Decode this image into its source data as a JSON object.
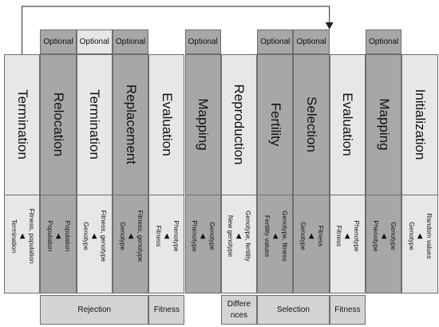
{
  "stages": [
    {
      "name": "Termination",
      "tone": "light",
      "lines": [
        "Fitness, population",
        "Termination"
      ],
      "optional": ""
    },
    {
      "name": "Relocation",
      "tone": "dark",
      "lines": [
        "Population",
        "Population"
      ],
      "optional": "Optional"
    },
    {
      "name": "Termination",
      "tone": "light",
      "lines": [
        "Fitness, genotype",
        "Genotype"
      ],
      "optional": "Optional"
    },
    {
      "name": "Replacement",
      "tone": "dark",
      "lines": [
        "Fitness, genotype",
        "Genotype"
      ],
      "optional": "Optional"
    },
    {
      "name": "Evaluation",
      "tone": "light",
      "lines": [
        "Phenotype",
        "Fitness"
      ],
      "optional": ""
    },
    {
      "name": "Mapping",
      "tone": "dark",
      "lines": [
        "Genotype",
        "Phenotype"
      ],
      "optional": "Optional"
    },
    {
      "name": "Reproduction",
      "tone": "light",
      "lines": [
        "Genotype, fertility",
        "New genotype"
      ],
      "optional": ""
    },
    {
      "name": "Fertility",
      "tone": "dark",
      "lines": [
        "Genotype, fitness",
        "Fertility values"
      ],
      "optional": "Optional"
    },
    {
      "name": "Selection",
      "tone": "dark",
      "lines": [
        "Fitness",
        "Genotype"
      ],
      "optional": "Optional"
    },
    {
      "name": "Evaluation",
      "tone": "light",
      "lines": [
        "Phenotype",
        "Fitness"
      ],
      "optional": ""
    },
    {
      "name": "Mapping",
      "tone": "dark",
      "lines": [
        "Genotype",
        "Phenotype"
      ],
      "optional": "Optional"
    },
    {
      "name": "Initialization",
      "tone": "light",
      "lines": [
        "Random values",
        "Genotype"
      ],
      "optional": ""
    }
  ],
  "groups": [
    {
      "label": "Rejection",
      "from": 1,
      "to": 3
    },
    {
      "label": "Fitness",
      "from": 4,
      "to": 4
    },
    {
      "label": "Differe\nnces",
      "from": 6,
      "to": 6
    },
    {
      "label": "Selection",
      "from": 7,
      "to": 8
    },
    {
      "label": "Fitness",
      "from": 9,
      "to": 9
    }
  ],
  "arrow_glyph": "◄",
  "loop": {
    "from_stage": 0,
    "to_stage": 8,
    "direction": "down"
  }
}
